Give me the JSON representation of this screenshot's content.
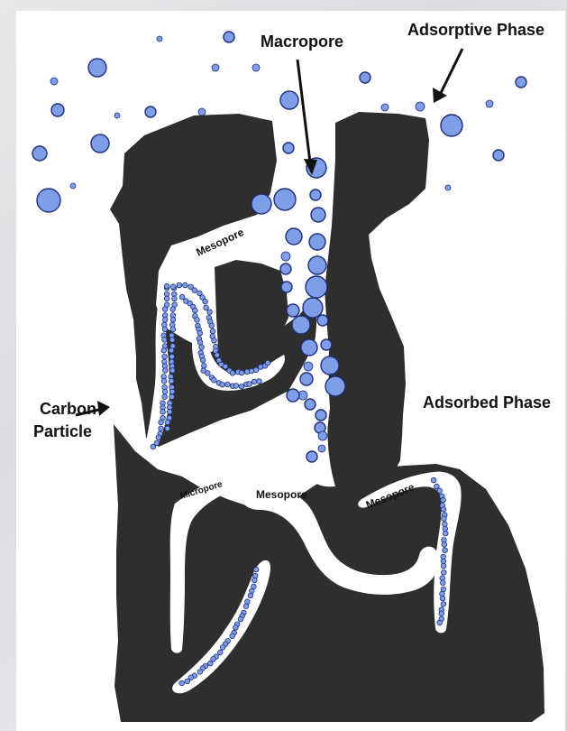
{
  "diagram": {
    "labels": {
      "macropore": "Macropore",
      "adsorptive_phase": "Adsorptive Phase",
      "carbon_particle_line1": "Carbon",
      "carbon_particle_line2": "Particle",
      "adsorbed_phase": "Adsorbed Phase",
      "mesopore_upper": "Mesopore",
      "mesopore_center": "Mesopore",
      "mesopore_right": "Mesopore",
      "micropore": "Micropore"
    },
    "colors": {
      "carbon": "#2e2e2e",
      "molecule_fill": "#7f9ee8",
      "molecule_stroke": "#1f2f78",
      "pore": "#ffffff"
    }
  }
}
